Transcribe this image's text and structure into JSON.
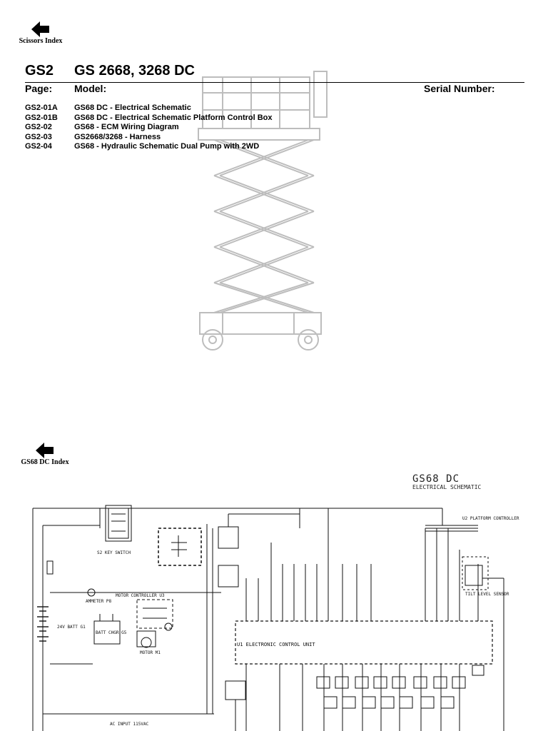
{
  "nav": {
    "top_label": "Scissors Index",
    "bottom_label": "GS68 DC Index"
  },
  "header": {
    "code": "GS2",
    "model": "GS 2668, 3268 DC",
    "col_page": "Page:",
    "col_model": "Model:",
    "col_serial": "Serial Number:"
  },
  "pages": [
    {
      "code": "GS2-01A",
      "title": "GS68 DC - Electrical Schematic"
    },
    {
      "code": "GS2-01B",
      "title": "GS68 DC - Electrical Schematic Platform Control Box"
    },
    {
      "code": "GS2-02",
      "title": "GS68 - ECM Wiring Diagram"
    },
    {
      "code": "GS2-03",
      "title": "GS2668/3268 - Harness"
    },
    {
      "code": "GS2-04",
      "title": "GS68 - Hydraulic Schematic Dual Pump with 2WD"
    }
  ],
  "schematic": {
    "title": "GS68 DC",
    "subtitle": "ELECTRICAL SCHEMATIC",
    "ecu_label": "U1 ELECTRONIC CONTROL UNIT",
    "key_switch": "S2 KEY SWITCH",
    "motor_controller": "MOTOR CONTROLLER U3",
    "ammeter": "AMMETER P8",
    "battery": "24V BATT G1",
    "charger": "BATT CHGR G5",
    "motor": "MOTOR M1",
    "platform_controller": "U2 PLATFORM CONTROLLER",
    "tilt_sensor": "TILT LEVEL SENSOR",
    "ac_input": "AC INPUT 115VAC"
  }
}
